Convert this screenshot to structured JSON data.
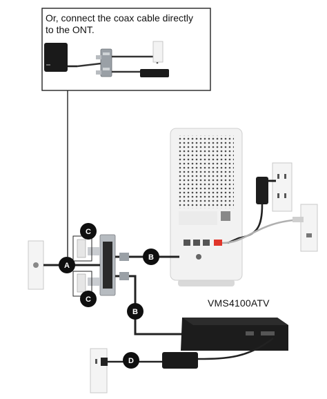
{
  "callout": {
    "text": "Or, connect the coax cable directly to the ONT."
  },
  "device": {
    "label": "VMS4100ATV"
  },
  "badges": {
    "a": "A",
    "b": "B",
    "c": "C",
    "d": "D"
  },
  "colors": {
    "ink": "#111111",
    "badge": "#0f0f0f",
    "device_white": "#f2f2f2",
    "device_black": "#1c1c1c",
    "ethernet_red": "#e0362b"
  }
}
